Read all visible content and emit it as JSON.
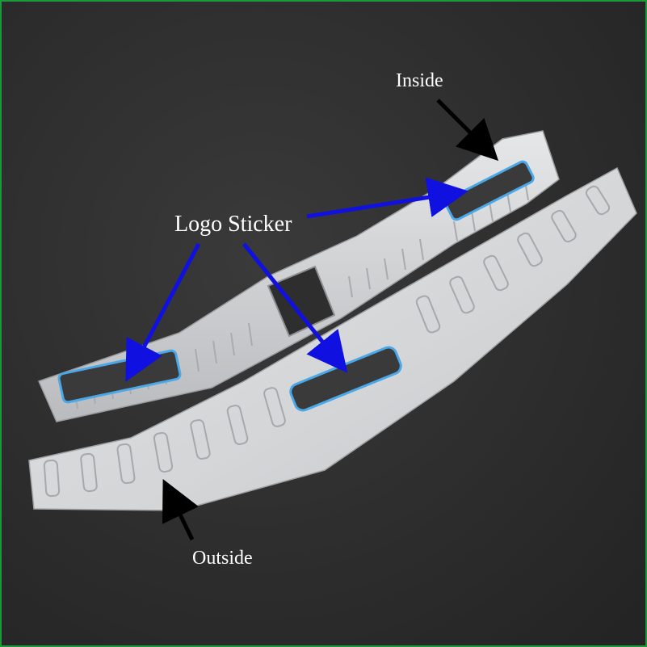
{
  "labels": {
    "inside": "Inside",
    "logo_sticker": "Logo Sticker",
    "outside": "Outside"
  },
  "colors": {
    "background": "#2c2c2c",
    "border": "#1a9a3a",
    "arrow_blue": "#1010e0",
    "arrow_black": "#000000",
    "steel": "#d6d8da",
    "sticker_outline": "#4aa8e8",
    "sticker_fill": "#3a3a3a"
  }
}
